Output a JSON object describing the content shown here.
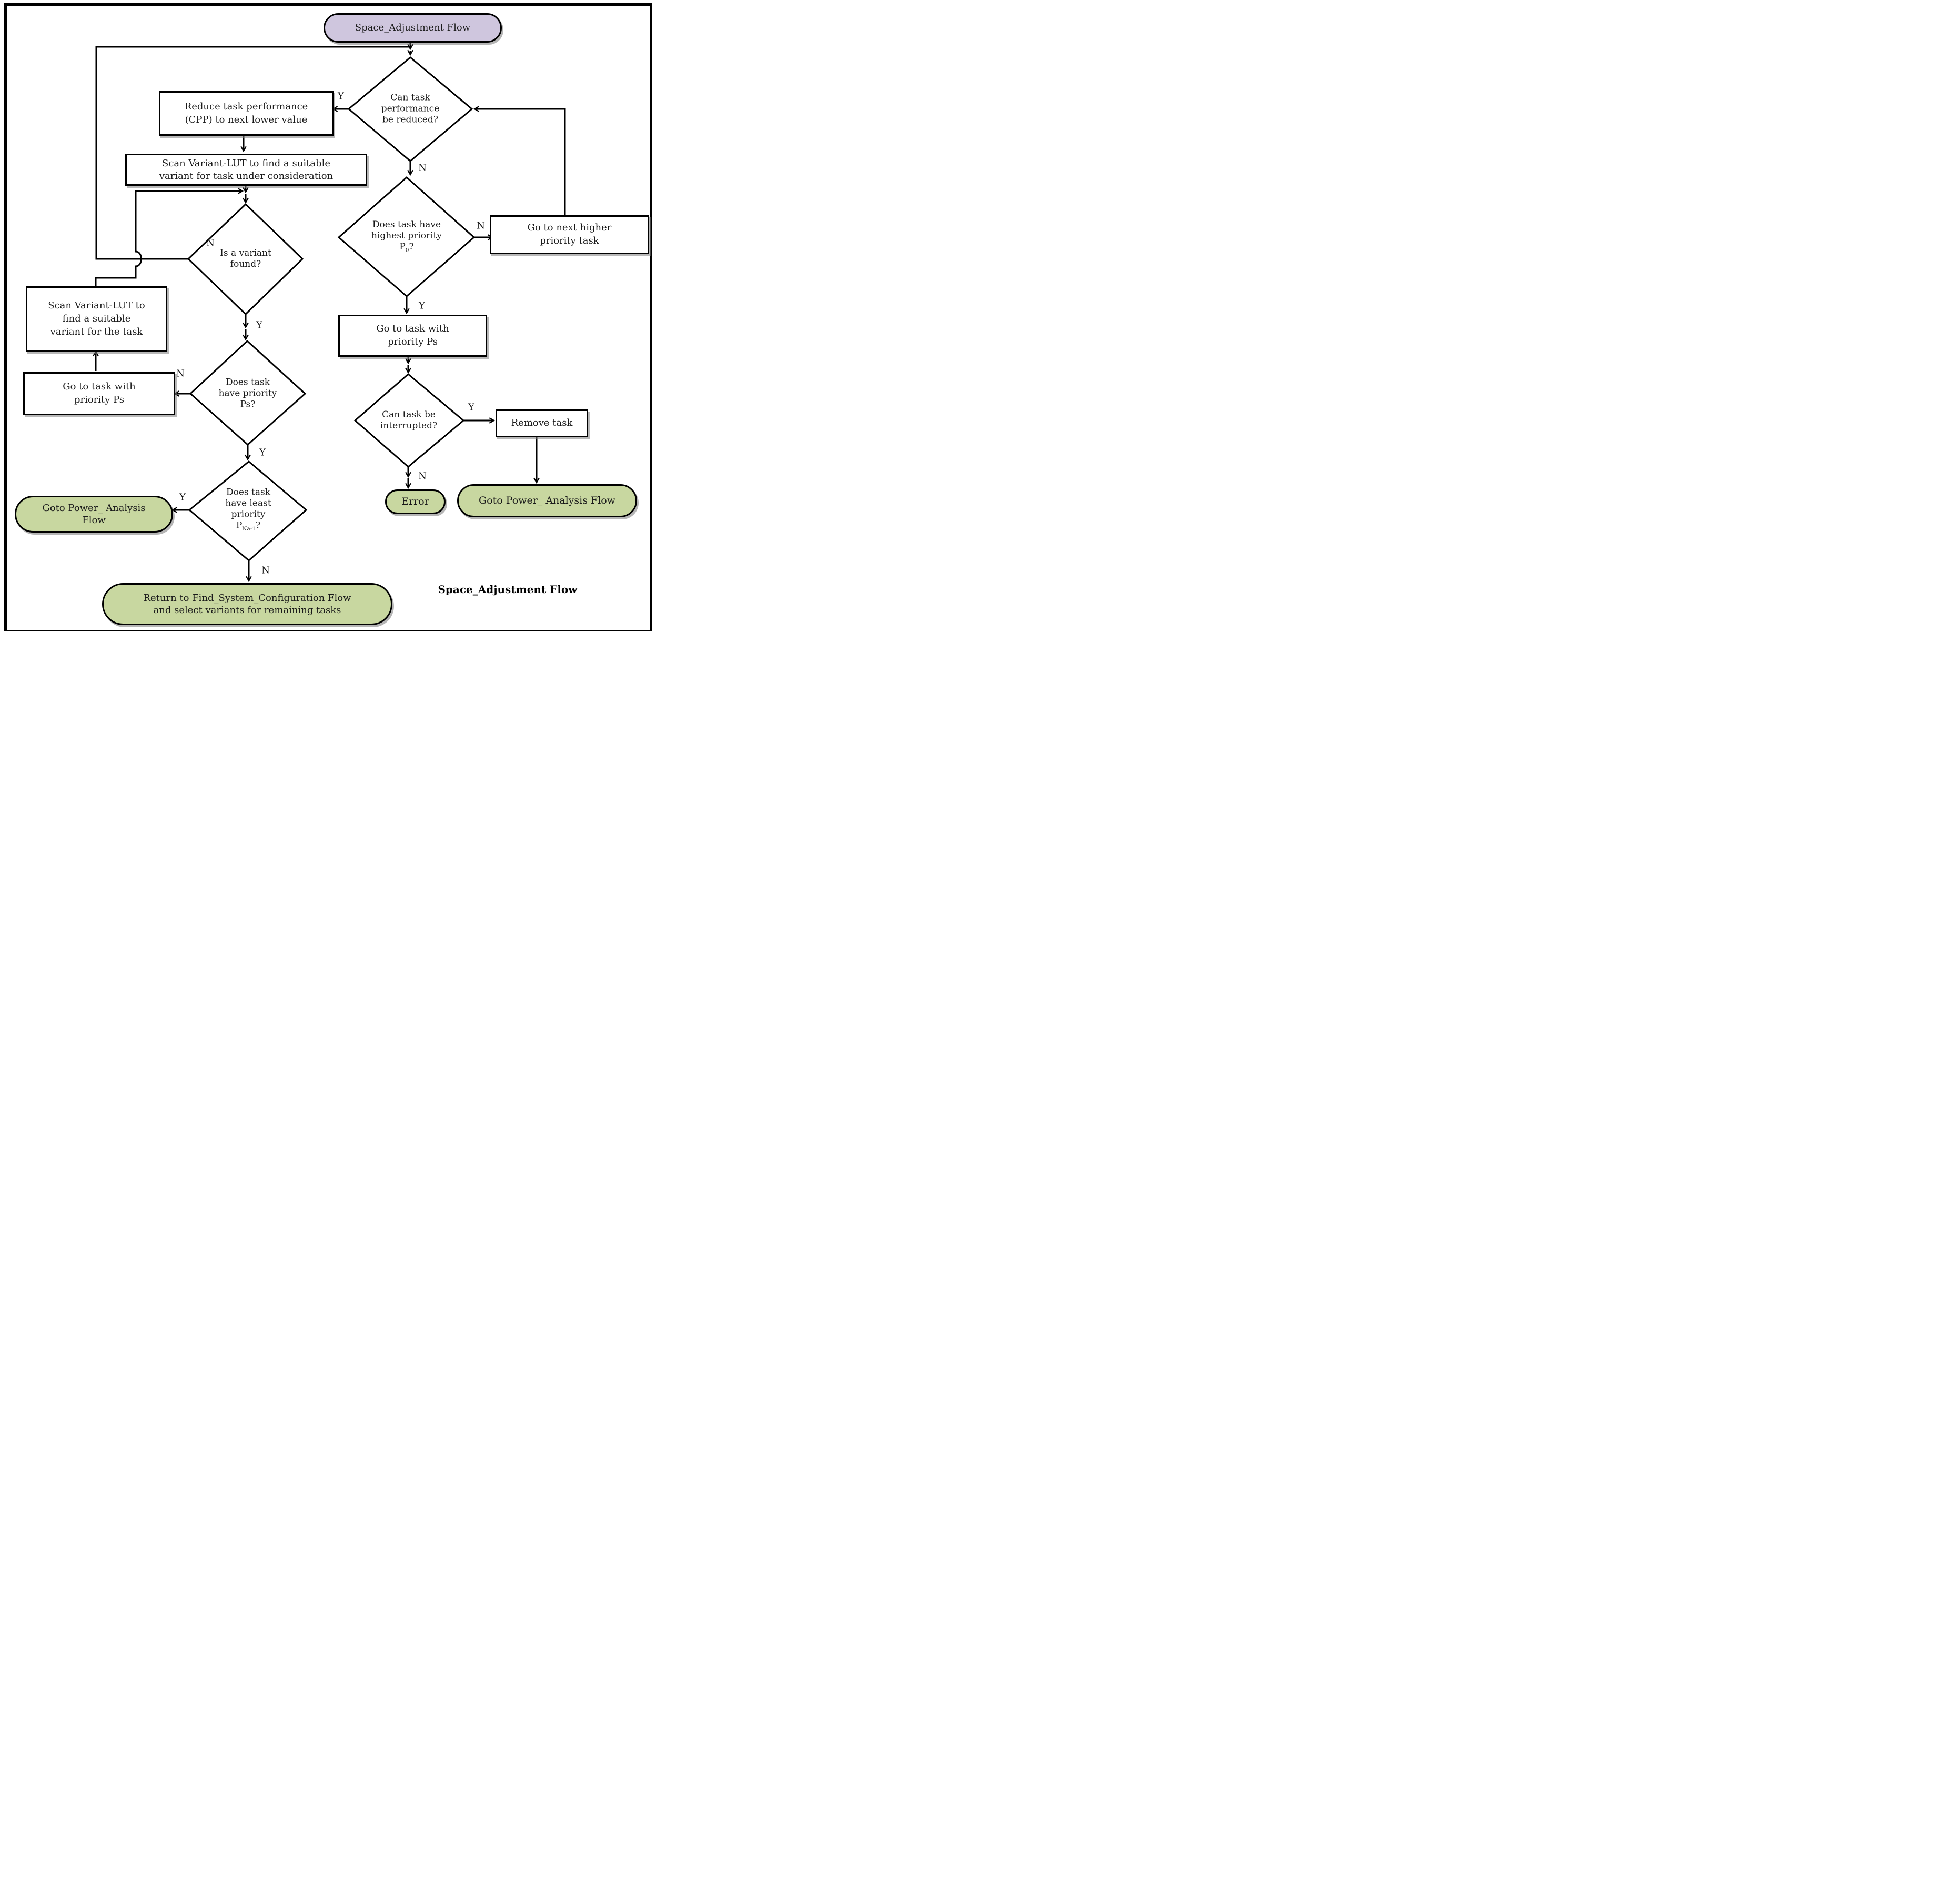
{
  "title": "Space_Adjustment Flow",
  "caption": "Space_Adjustment Flow",
  "colors": {
    "purple": "#cfc6de",
    "green": "#c8d7a0",
    "line": "#000000",
    "node_bg": "#ffffff"
  },
  "branch": {
    "yes": "Y",
    "no": "N"
  },
  "nodes": {
    "start": {
      "label": "Space_Adjustment Flow"
    },
    "reduce": {
      "line1": "Reduce task performance",
      "line2": "(CPP) to next lower value"
    },
    "scan_consideration": {
      "line1": "Scan Variant-LUT to find a suitable",
      "line2": "variant for task under consideration"
    },
    "scan_task": {
      "line1": "Scan Variant-LUT to",
      "line2": "find a suitable",
      "line3": "variant for the task"
    },
    "goto_ps_left": {
      "line1": "Go to task with",
      "line2": "priority Ps"
    },
    "goto_ps_right": {
      "line1": "Go to task with",
      "line2": "priority Ps"
    },
    "next_higher": {
      "line1": "Go to next higher",
      "line2": "priority task"
    },
    "remove_task": {
      "label": "Remove task"
    },
    "error": {
      "label": "Error"
    },
    "goto_power_right": {
      "label": "Goto Power_ Analysis Flow"
    },
    "goto_power_left": {
      "line1": "Goto Power_ Analysis",
      "line2": "Flow"
    },
    "return_flow": {
      "line1": "Return to Find_System_Configuration Flow",
      "line2": "and select variants for remaining tasks"
    }
  },
  "decisions": {
    "can_reduce": {
      "line1": "Can task",
      "line2": "performance",
      "line3": "be reduced?"
    },
    "variant_found": {
      "line1": "Is a variant",
      "line2": "found?"
    },
    "priority_ps": {
      "line1": "Does task",
      "line2": "have priority",
      "line3": "Ps?"
    },
    "least_priority": {
      "line1": "Does task",
      "line2": "have least",
      "line3": "priority",
      "p_base": "P",
      "p_sub": "Na-1",
      "p_end": "?"
    },
    "highest_priority": {
      "line1": "Does task have",
      "line2": "highest priority",
      "p_base": "P",
      "p_sub": "0",
      "p_end": "?"
    },
    "interrupted": {
      "line1": "Can task be",
      "line2": "interrupted?"
    }
  }
}
